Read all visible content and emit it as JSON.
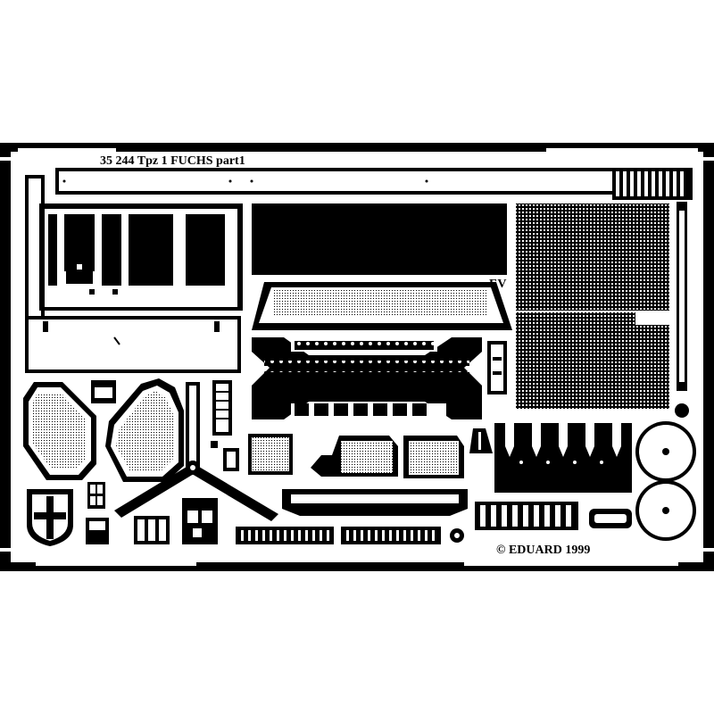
{
  "fret": {
    "title": "35 244  Tpz 1 FUCHS  part1",
    "copyright": "© EDUARD 1999",
    "mark": "EV",
    "colors": {
      "metal": "#000000",
      "background": "#ffffff"
    }
  }
}
